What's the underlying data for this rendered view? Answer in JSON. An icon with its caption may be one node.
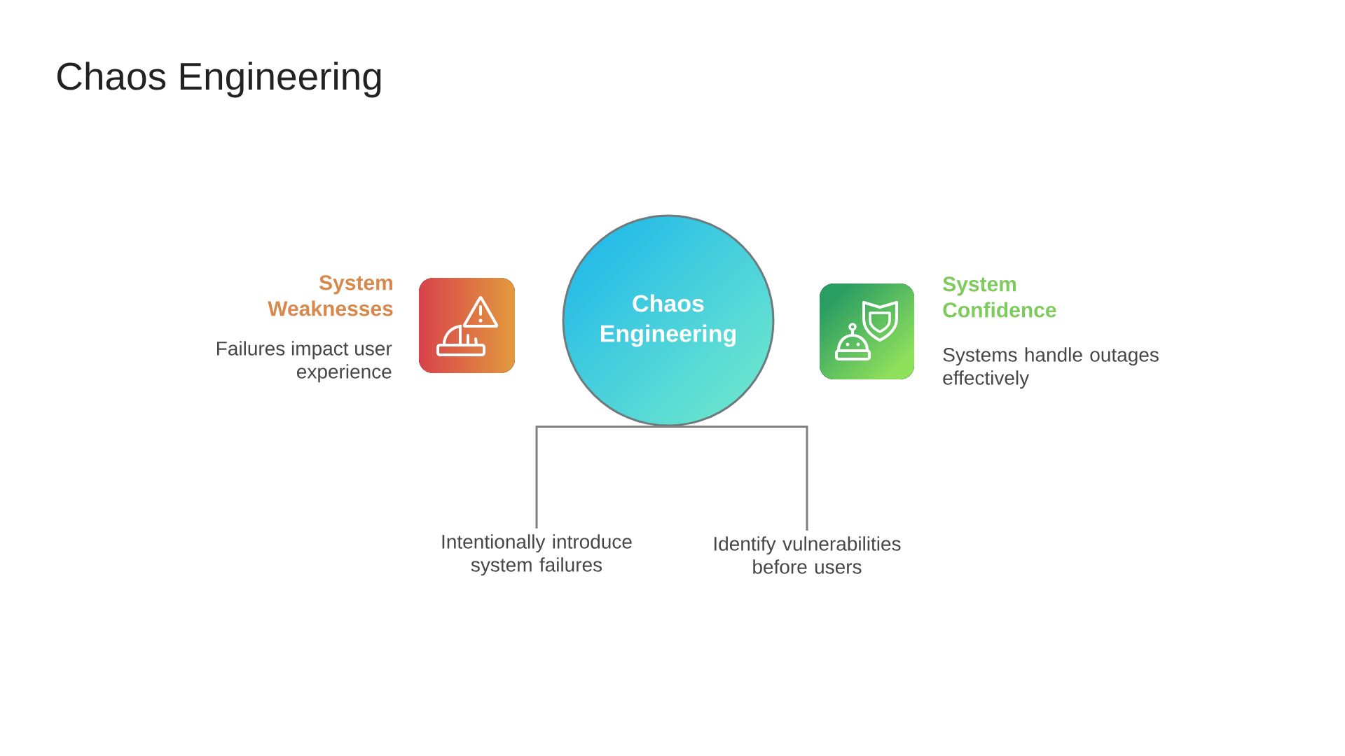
{
  "diagram": {
    "title": "Chaos Engineering",
    "nodes": [
      {
        "text": [
          "Chaos Engineering"
        ]
      },
      {
        "text": [
          "Intentionally introduce system failures"
        ]
      },
      {
        "text": [
          "Identify vulnerabilities before users"
        ]
      }
    ],
    "edges": [
      {
        "from": 0,
        "to": 1,
        "arrow": "none"
      },
      {
        "from": 0,
        "to": 2,
        "arrow": "none"
      }
    ],
    "labels": [
      "System Weaknesses",
      "Failures impact user experience",
      "System Confidence",
      "Systems handle outages effectively"
    ]
  }
}
